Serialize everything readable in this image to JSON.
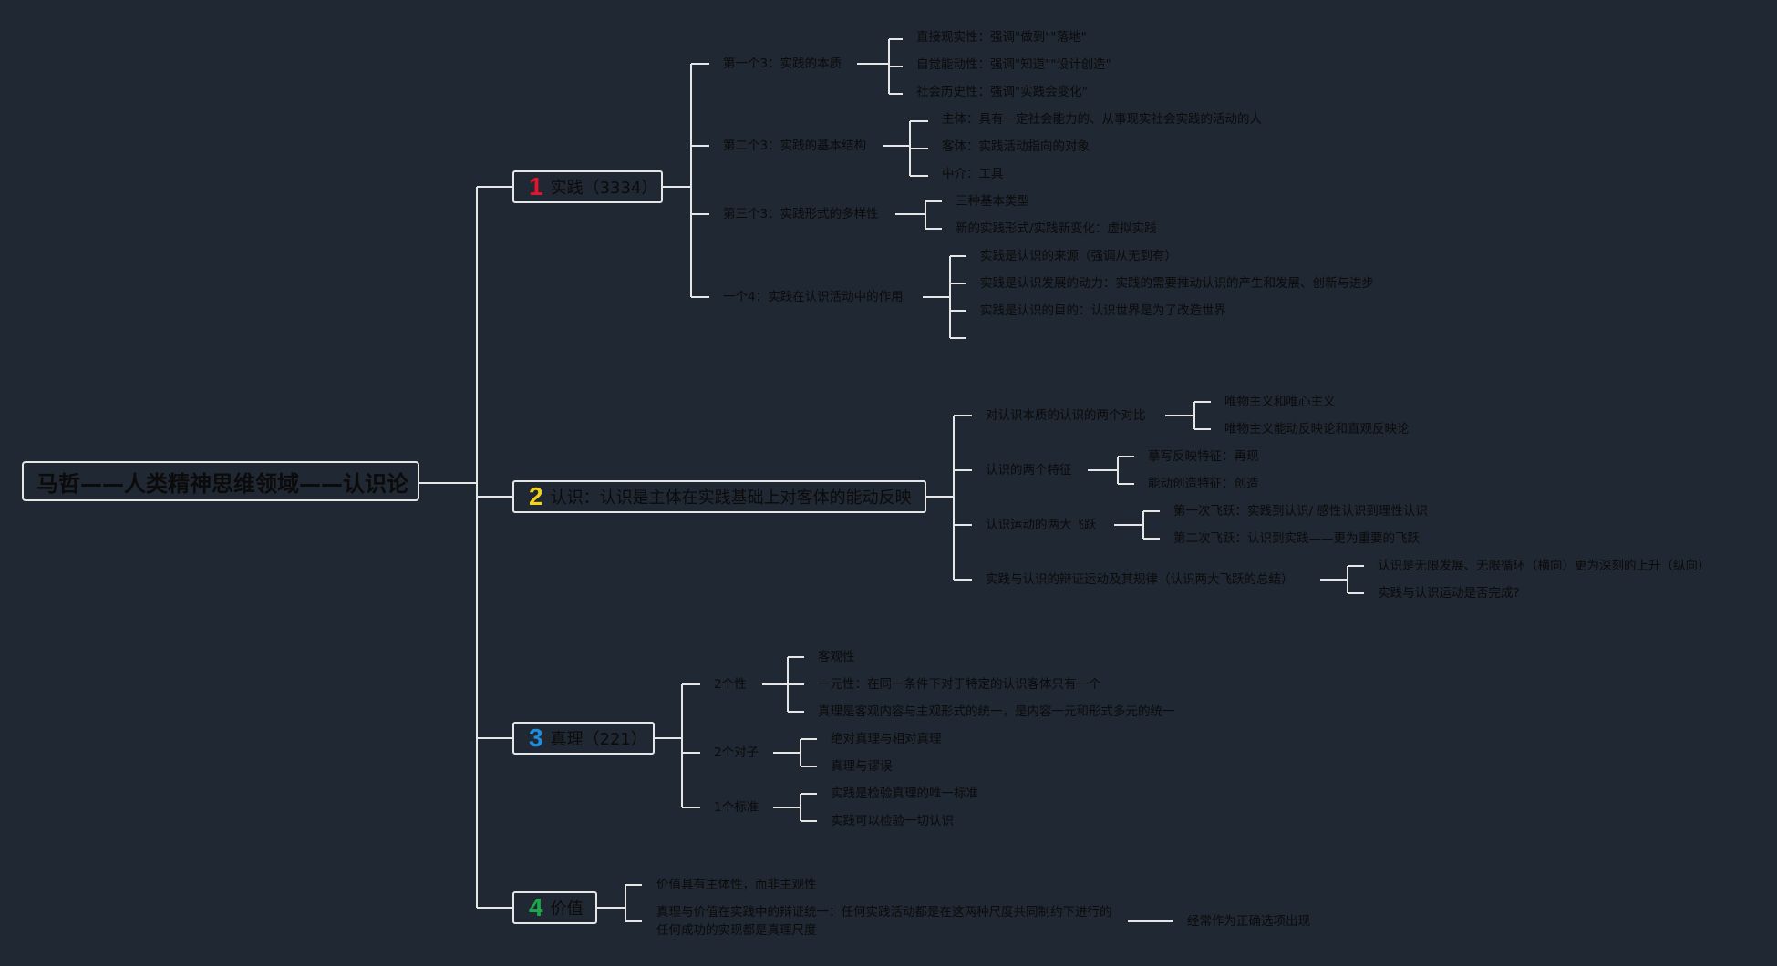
{
  "title": "马哲——人类精神思维领域——认识论",
  "branches": [
    {
      "num": "1",
      "num_color": "#e2152f",
      "label": "实践（3334）",
      "children": [
        {
          "label": "第一个3：实践的本质",
          "children": [
            "直接现实性：强调\"做到\"\"落地\"",
            "自觉能动性：强调\"知道\"\"设计创造\"",
            "社会历史性：强调\"实践会变化\""
          ]
        },
        {
          "label": "第二个3：实践的基本结构",
          "children": [
            "主体：具有一定社会能力的、从事现实社会实践的活动的人",
            "客体：实践活动指向的对象",
            "中介：工具"
          ]
        },
        {
          "label": "第三个3：实践形式的多样性",
          "children": [
            "三种基本类型",
            "新的实践形式/实践新变化：虚拟实践"
          ]
        },
        {
          "label": "一个4：实践在认识活动中的作用",
          "children": [
            "实践是认识的来源（强调从无到有）",
            "实践是认识发展的动力：实践的需要推动认识的产生和发展、创新与进步",
            "实践是认识的目的：认识世界是为了改造世界",
            ""
          ]
        }
      ]
    },
    {
      "num": "2",
      "num_color": "#f2d21d",
      "label": "认识：认识是主体在实践基础上对客体的能动反映",
      "children": [
        {
          "label": "对认识本质的认识的两个对比",
          "children": [
            "唯物主义和唯心主义",
            "唯物主义能动反映论和直观反映论"
          ]
        },
        {
          "label": "认识的两个特征",
          "children": [
            "摹写反映特征：再现",
            "能动创造特征：创造"
          ]
        },
        {
          "label": "认识运动的两大飞跃",
          "children": [
            "第一次飞跃：实践到认识/ 感性认识到理性认识",
            "第二次飞跃：认识到实践——更为重要的飞跃"
          ]
        },
        {
          "label": "实践与认识的辩证运动及其规律（认识两大飞跃的总结）",
          "children": [
            "认识是无限发展、无限循环（横向）更为深刻的上升（纵向）",
            "实践与认识运动是否完成?"
          ]
        }
      ]
    },
    {
      "num": "3",
      "num_color": "#1e8fe0",
      "label": "真理（221）",
      "children": [
        {
          "label": "2个性",
          "children": [
            "客观性",
            "一元性：在同一条件下对于特定的认识客体只有一个",
            "真理是客观内容与主观形式的统一，是内容一元和形式多元的统一"
          ]
        },
        {
          "label": "2个对子",
          "children": [
            "绝对真理与相对真理",
            "真理与谬误"
          ]
        },
        {
          "label": "1个标准",
          "children": [
            "实践是检验真理的唯一标准",
            "实践可以检验一切认识"
          ]
        }
      ]
    },
    {
      "num": "4",
      "num_color": "#1aa84a",
      "label": "价值",
      "children": [
        {
          "label": "价值具有主体性，而非主观性"
        },
        {
          "label": "真理与价值在实践中的辩证统一：任何实践活动都是在这两种尺度共同制约下进行的任何成功的实现都是真理尺度"
        }
      ],
      "note": "经常作为正确选项出现"
    }
  ],
  "colors": {
    "background": "#202833",
    "connector": "#e6e6e6",
    "text": "#0b0b0b"
  }
}
